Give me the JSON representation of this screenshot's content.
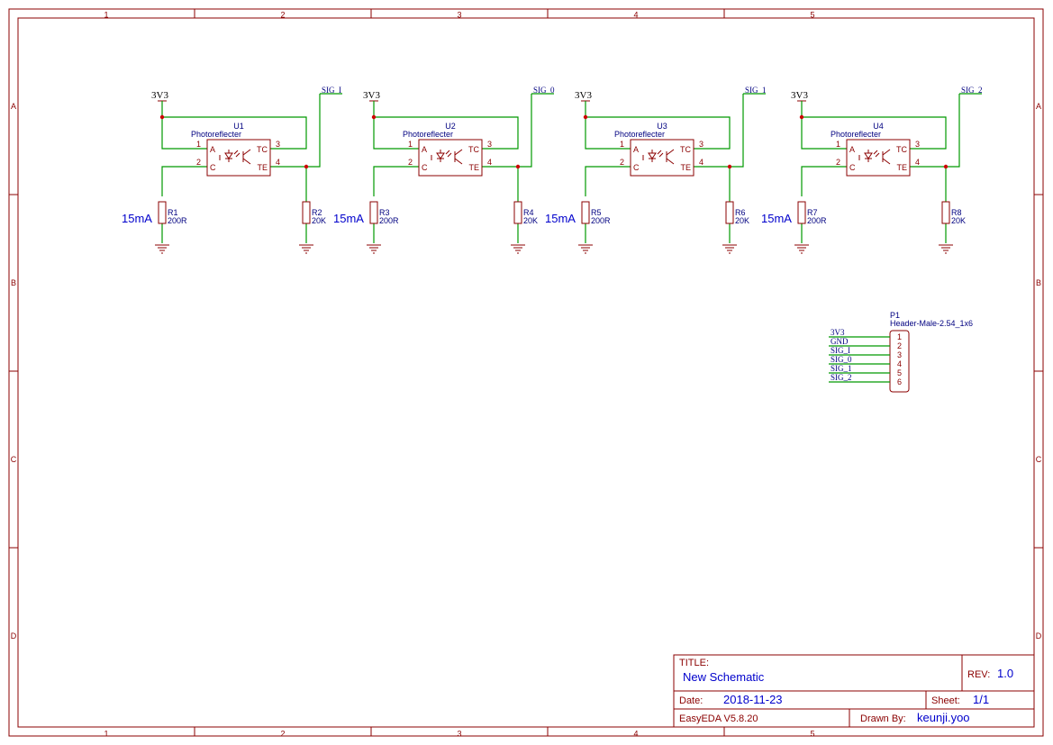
{
  "zones": {
    "columns": [
      "1",
      "2",
      "3",
      "4",
      "5"
    ],
    "rows": [
      "A",
      "B",
      "C",
      "D"
    ]
  },
  "sensors": [
    {
      "ref": "U1",
      "part": "Photoreflecter",
      "led_ref": "R1",
      "led_val": "200R",
      "pull_ref": "R2",
      "pull_val": "20K",
      "current": "15mA",
      "net": "SIG_I",
      "power": "3V3"
    },
    {
      "ref": "U2",
      "part": "Photoreflecter",
      "led_ref": "R3",
      "led_val": "200R",
      "pull_ref": "R4",
      "pull_val": "20K",
      "current": "15mA",
      "net": "SIG_0",
      "power": "3V3"
    },
    {
      "ref": "U3",
      "part": "Photoreflecter",
      "led_ref": "R5",
      "led_val": "200R",
      "pull_ref": "R6",
      "pull_val": "20K",
      "current": "15mA",
      "net": "SIG_1",
      "power": "3V3"
    },
    {
      "ref": "U4",
      "part": "Photoreflecter",
      "led_ref": "R7",
      "led_val": "200R",
      "pull_ref": "R8",
      "pull_val": "20K",
      "current": "15mA",
      "net": "SIG_2",
      "power": "3V3"
    }
  ],
  "pins": {
    "a": "A",
    "c": "C",
    "tc": "TC",
    "te": "TE",
    "n1": "1",
    "n2": "2",
    "n3": "3",
    "n4": "4"
  },
  "header": {
    "ref": "P1",
    "part": "Header-Male-2.54_1x6",
    "pins": [
      "1",
      "2",
      "3",
      "4",
      "5",
      "6"
    ],
    "nets": [
      "3V3",
      "GND",
      "SIG_I",
      "SIG_0",
      "SIG_1",
      "SIG_2"
    ]
  },
  "title_block": {
    "title_label": "TITLE:",
    "title": "New Schematic",
    "rev_label": "REV:",
    "rev": "1.0",
    "date_label": "Date:",
    "date": "2018-11-23",
    "sheet_label": "Sheet:",
    "sheet": "1/1",
    "tool": "EasyEDA V5.8.20",
    "drawn_label": "Drawn By:",
    "drawn_by": "keunji.yoo"
  }
}
